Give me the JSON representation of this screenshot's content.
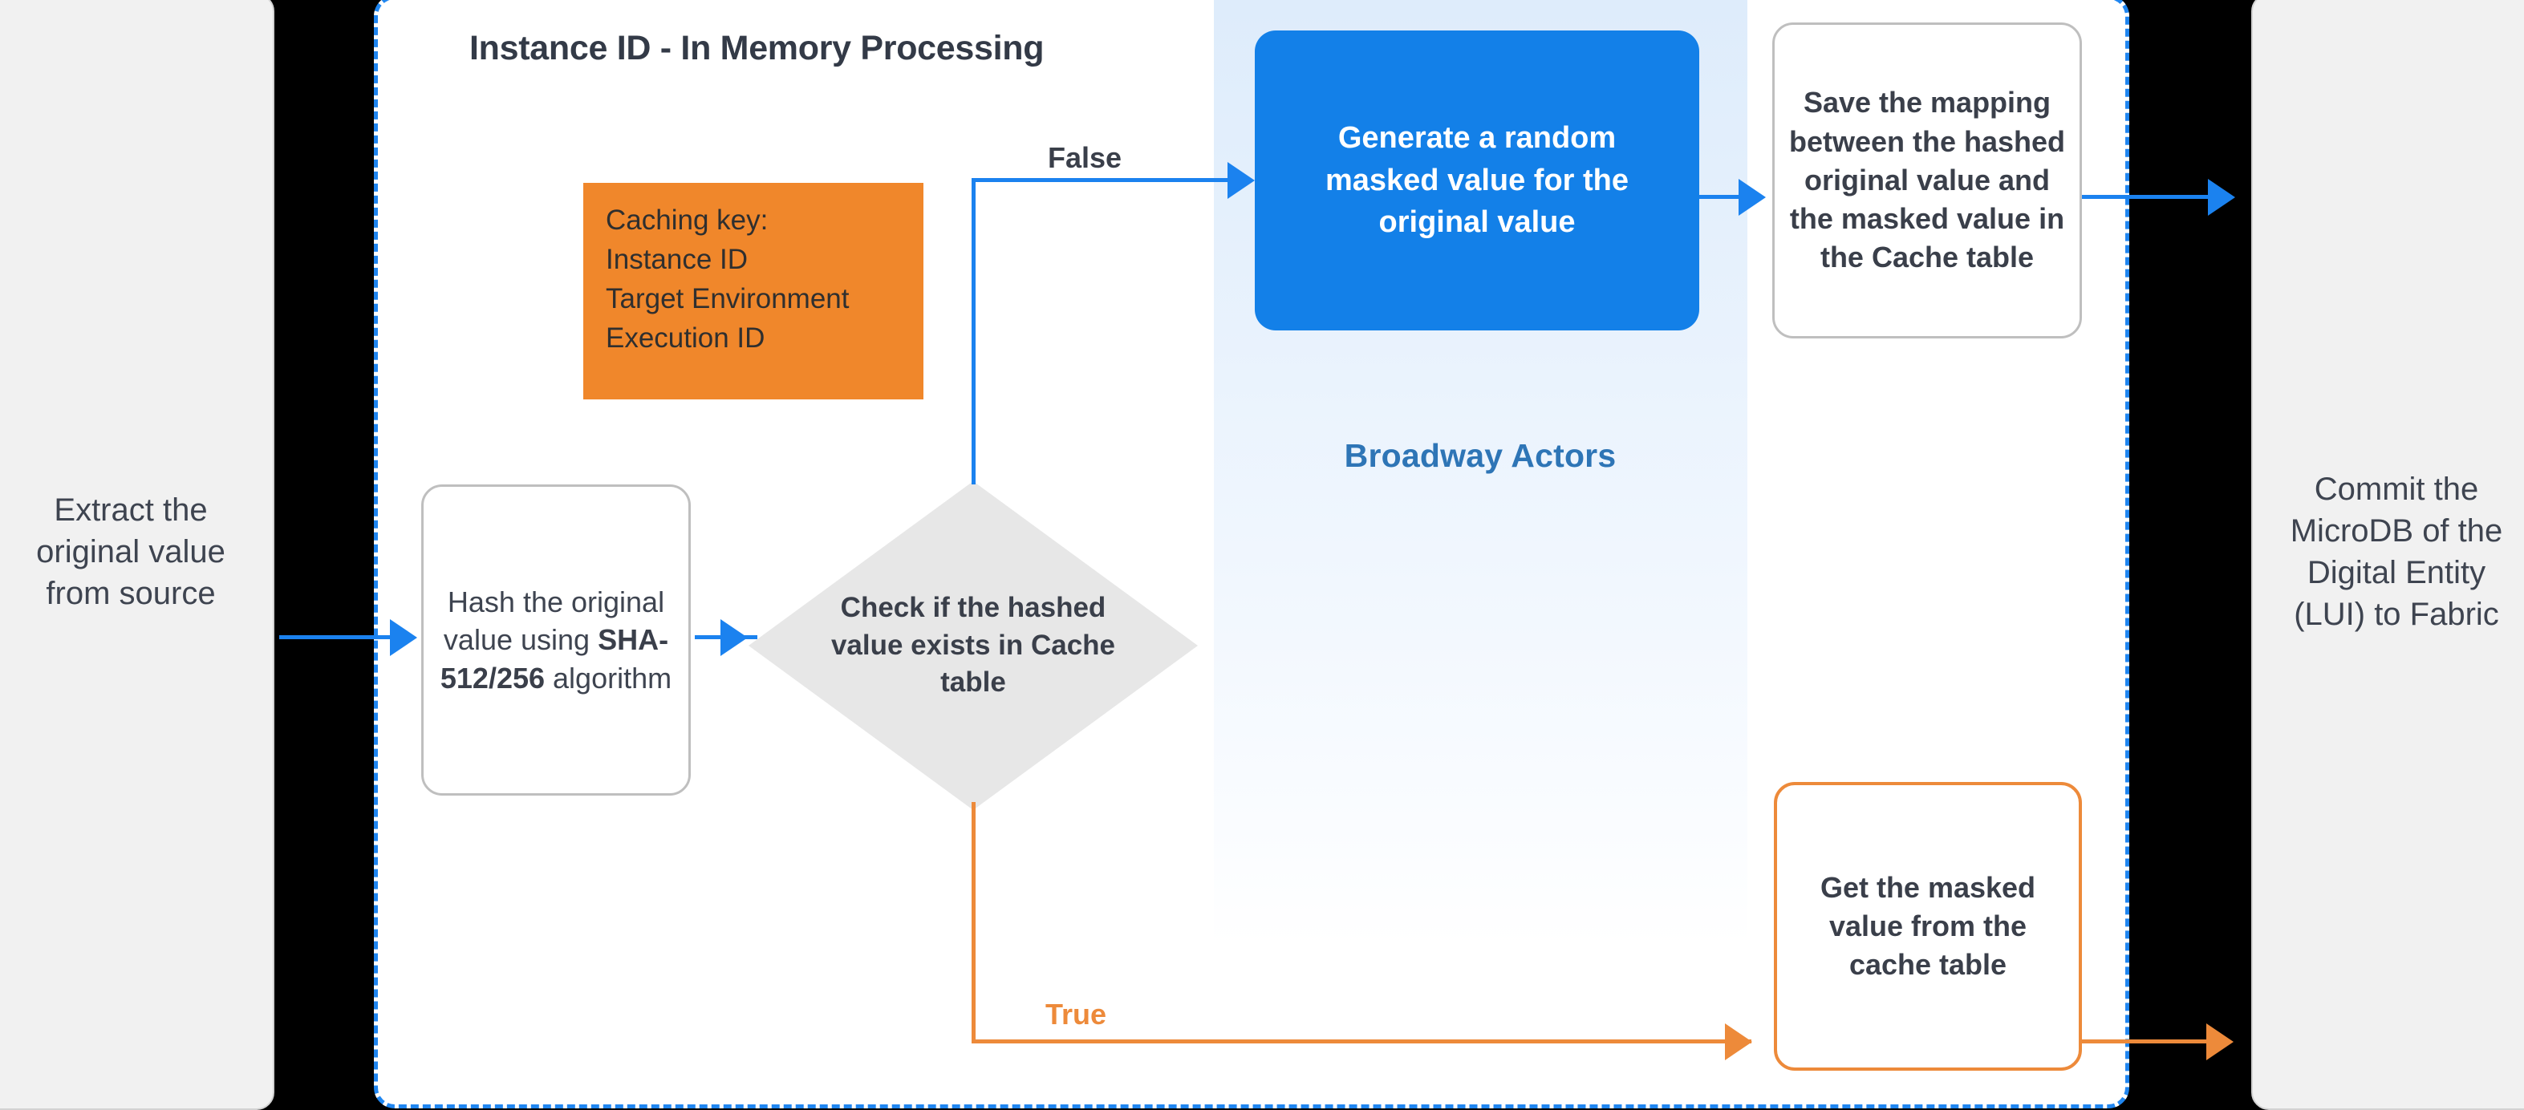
{
  "diagram": {
    "title": "Instance ID - In Memory Processing",
    "swimlane_label": "Broadway Actors",
    "colors": {
      "blue": "#1B82EF",
      "blue_fill": "#1380E8",
      "orange": "#ED8A3A",
      "orange_fill": "#F0872B",
      "gray_fill": "#E7E7E7",
      "panel_fill": "#F1F1F1",
      "swimlane_fill": "#DEECFB",
      "swimlane_text": "#2E75B6",
      "text": "#3A3F4A"
    }
  },
  "panels": {
    "left": "Extract the original value from source",
    "right": "Commit the MicroDB of the Digital Entity (LUI) to Fabric"
  },
  "caching_key": {
    "title": "Caching key:",
    "items": [
      "Instance ID",
      "Target Environment",
      "Execution ID"
    ]
  },
  "nodes": {
    "hash": {
      "line1": "Hash the original value using ",
      "emphasis": "SHA-512/256",
      "line2": " algorithm"
    },
    "decision": "Check if the hashed value exists in Cache table",
    "generate": "Generate a random masked value for the original value",
    "save": "Save the mapping between the hashed original value and the masked value in the Cache table",
    "get_masked": "Get the masked value from the cache table"
  },
  "edges": {
    "false_label": "False",
    "true_label": "True"
  }
}
